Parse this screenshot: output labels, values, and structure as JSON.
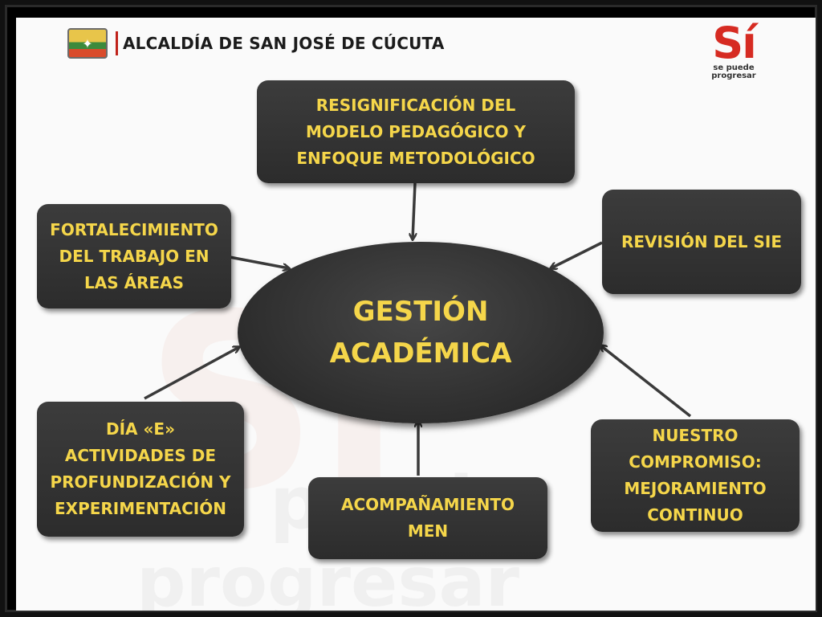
{
  "header": {
    "title": "ALCALDÍA DE SAN JOSÉ DE CÚCUTA"
  },
  "logo": {
    "main": "Sí",
    "tagline_line1": "se puede",
    "tagline_line2": "progresar"
  },
  "colors": {
    "box_fill": "#333333",
    "box_text": "#f5d64a",
    "arrow": "#3a3a3a",
    "accent_red": "#d62b22"
  },
  "diagram": {
    "center": {
      "line1": "GESTIÓN",
      "line2": "ACADÉMICA"
    },
    "nodes": {
      "top": [
        "RESIGNIFICACIÓN DEL",
        "MODELO PEDAGÓGICO Y",
        "ENFOQUE METODOLÓGICO"
      ],
      "upper_left": [
        "FORTALECIMIENTO",
        "DEL TRABAJO  EN",
        "LAS ÁREAS"
      ],
      "upper_right": [
        "REVISIÓN DEL SIE"
      ],
      "lower_left": [
        "DÍA «E»",
        "ACTIVIDADES DE",
        "PROFUNDIZACIÓN Y",
        "EXPERIMENTACIÓN"
      ],
      "bottom": [
        "ACOMPAÑAMIENTO",
        "MEN"
      ],
      "lower_right": [
        "NUESTRO",
        "COMPROMISO:",
        "MEJORAMIENTO",
        "CONTINUO"
      ]
    }
  }
}
